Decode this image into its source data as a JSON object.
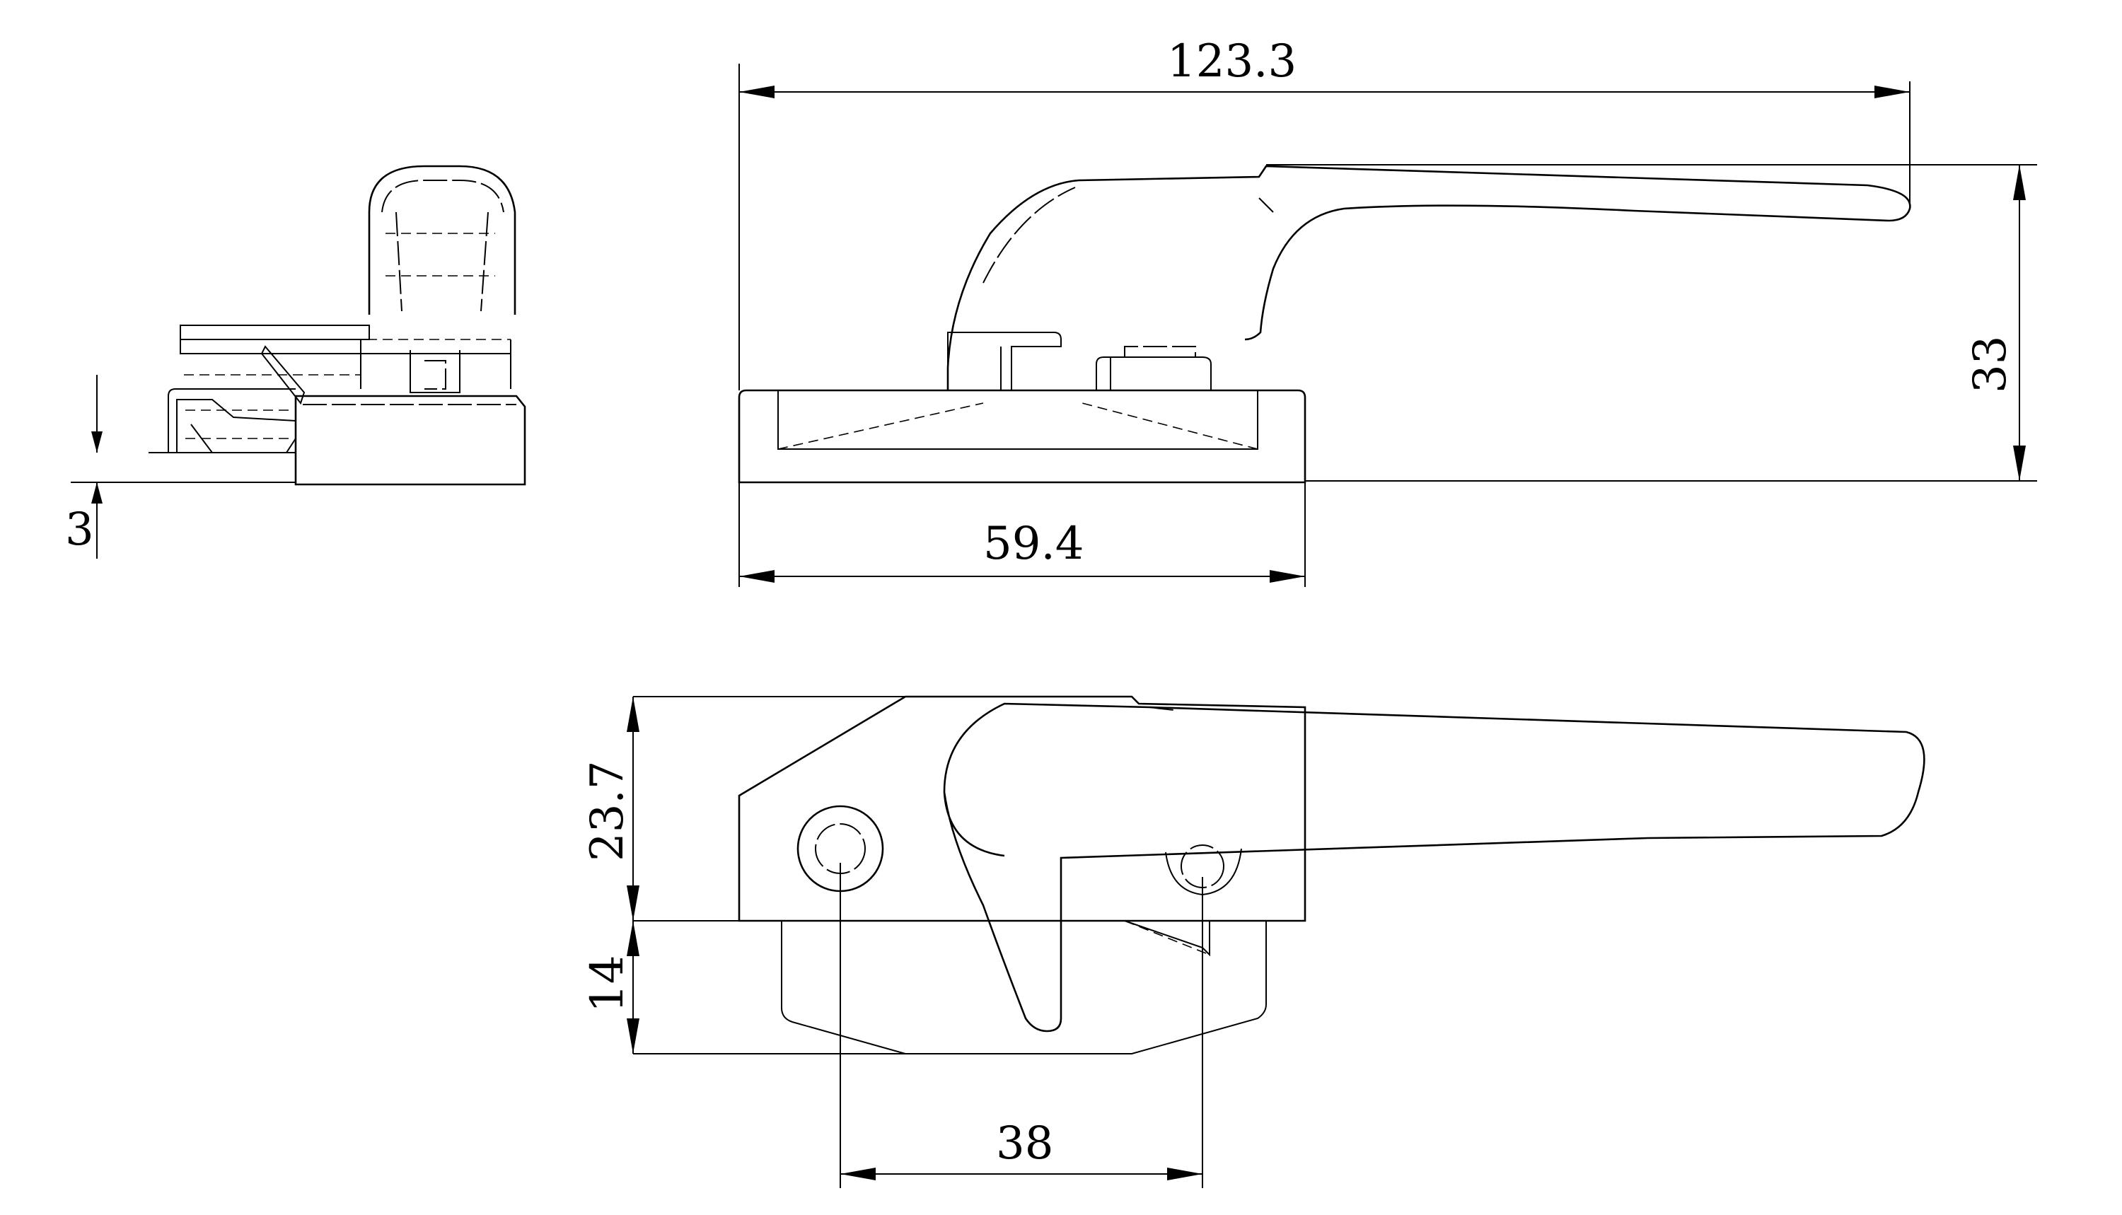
{
  "drawing": {
    "views": [
      "side-view",
      "front-view",
      "top-view"
    ]
  },
  "dimensions": {
    "side_offset": "3",
    "overall_length": "123.3",
    "base_length": "59.4",
    "overall_height": "33",
    "body_width": "23.7",
    "base_depth": "14",
    "hole_spacing": "38"
  }
}
